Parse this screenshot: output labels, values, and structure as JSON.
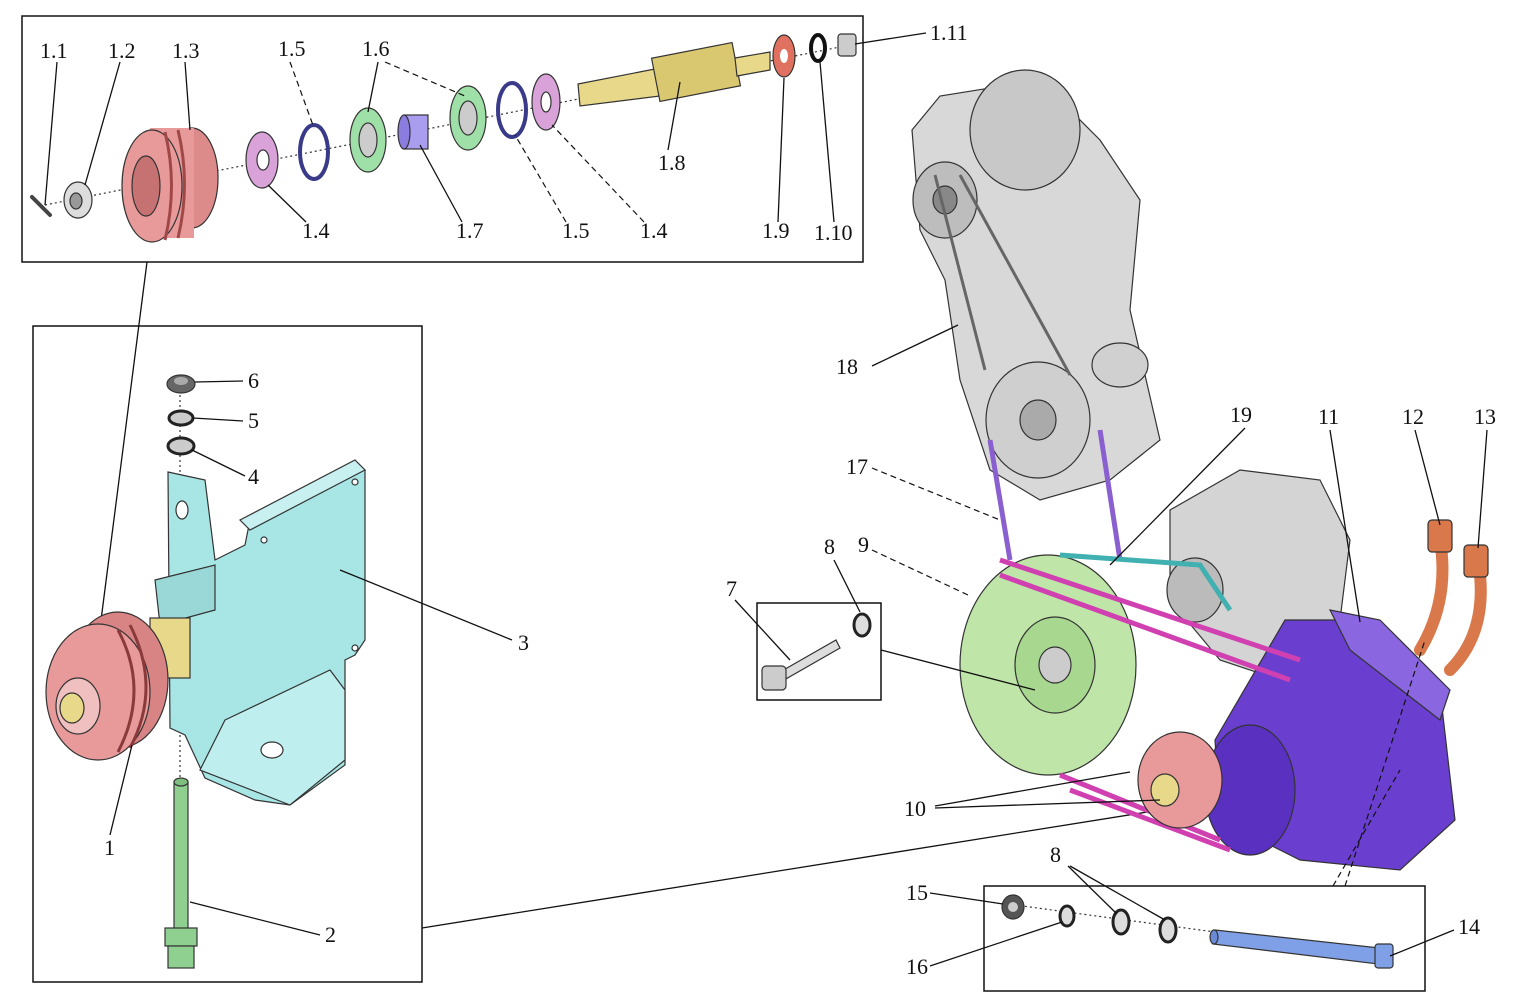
{
  "labels": {
    "l1_1": "1.1",
    "l1_2": "1.2",
    "l1_3": "1.3",
    "l1_5a": "1.5",
    "l1_6": "1.6",
    "l1_11": "1.11",
    "l1_4a": "1.4",
    "l1_7": "1.7",
    "l1_5b": "1.5",
    "l1_4b": "1.4",
    "l1_8": "1.8",
    "l1_9": "1.9",
    "l1_10": "1.10",
    "l6": "6",
    "l5": "5",
    "l4": "4",
    "l3": "3",
    "l1": "1",
    "l2": "2",
    "l7": "7",
    "l8a": "8",
    "l9": "9",
    "l10": "10",
    "l18": "18",
    "l17": "17",
    "l19": "19",
    "l11": "11",
    "l12": "12",
    "l13": "13",
    "l8b": "8",
    "l15": "15",
    "l16": "16",
    "l14": "14"
  },
  "colors": {
    "pulley": "#e89a9a",
    "bracket": "#a8e6e6",
    "bolt": "#8fcf8f",
    "washer_pink": "#d9a3d9",
    "bearing": "#9fe0a8",
    "bushing": "#a99df0",
    "shaft": "#e8d98a",
    "washer_red": "#e07060",
    "compressor": "#6a3fd0",
    "engine": "#d8d8d8",
    "damper": "#bfe6a8",
    "belt": "#d040b0",
    "belt_teal": "#40b0b0",
    "long_bolt": "#7fa0e6",
    "fitting": "#d9784a"
  }
}
